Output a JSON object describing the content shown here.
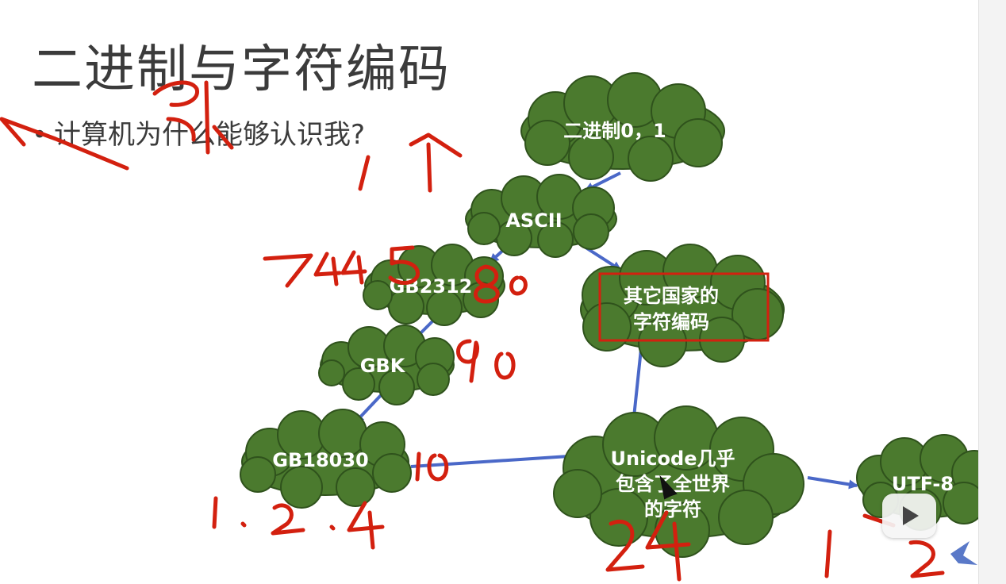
{
  "slide": {
    "title": "二进制与字符编码",
    "bullet": "计算机为什么能够认识我?"
  },
  "diagram": {
    "nodes": [
      {
        "id": "binary",
        "label": "二进制0，1"
      },
      {
        "id": "ascii",
        "label": "ASCII"
      },
      {
        "id": "gb2312",
        "label": "GB2312"
      },
      {
        "id": "others",
        "label_lines": [
          "其它国家的",
          "字符编码"
        ]
      },
      {
        "id": "gbk",
        "label": "GBK"
      },
      {
        "id": "gb18030",
        "label": "GB18030"
      },
      {
        "id": "unicode",
        "label_lines": [
          "Unicode几乎",
          "包含了全世界",
          "的字符"
        ]
      },
      {
        "id": "utf8",
        "label": "UTF-8"
      }
    ],
    "edges": [
      [
        "binary",
        "ascii"
      ],
      [
        "ascii",
        "gb2312"
      ],
      [
        "ascii",
        "others"
      ],
      [
        "gb2312",
        "gbk"
      ],
      [
        "gbk",
        "gb18030"
      ],
      [
        "gb18030",
        "unicode"
      ],
      [
        "others",
        "unicode"
      ],
      [
        "unicode",
        "utf8"
      ]
    ],
    "colors": {
      "cloud_fill": "#4b7a2e",
      "cloud_stroke": "#2f521c",
      "arrow": "#4a68c8",
      "ink": "#d3200f"
    }
  },
  "annotations": {
    "handwritten": [
      "1",
      "7445",
      "80",
      "90",
      "10",
      "1.2.4",
      "24",
      "1",
      "2"
    ]
  }
}
